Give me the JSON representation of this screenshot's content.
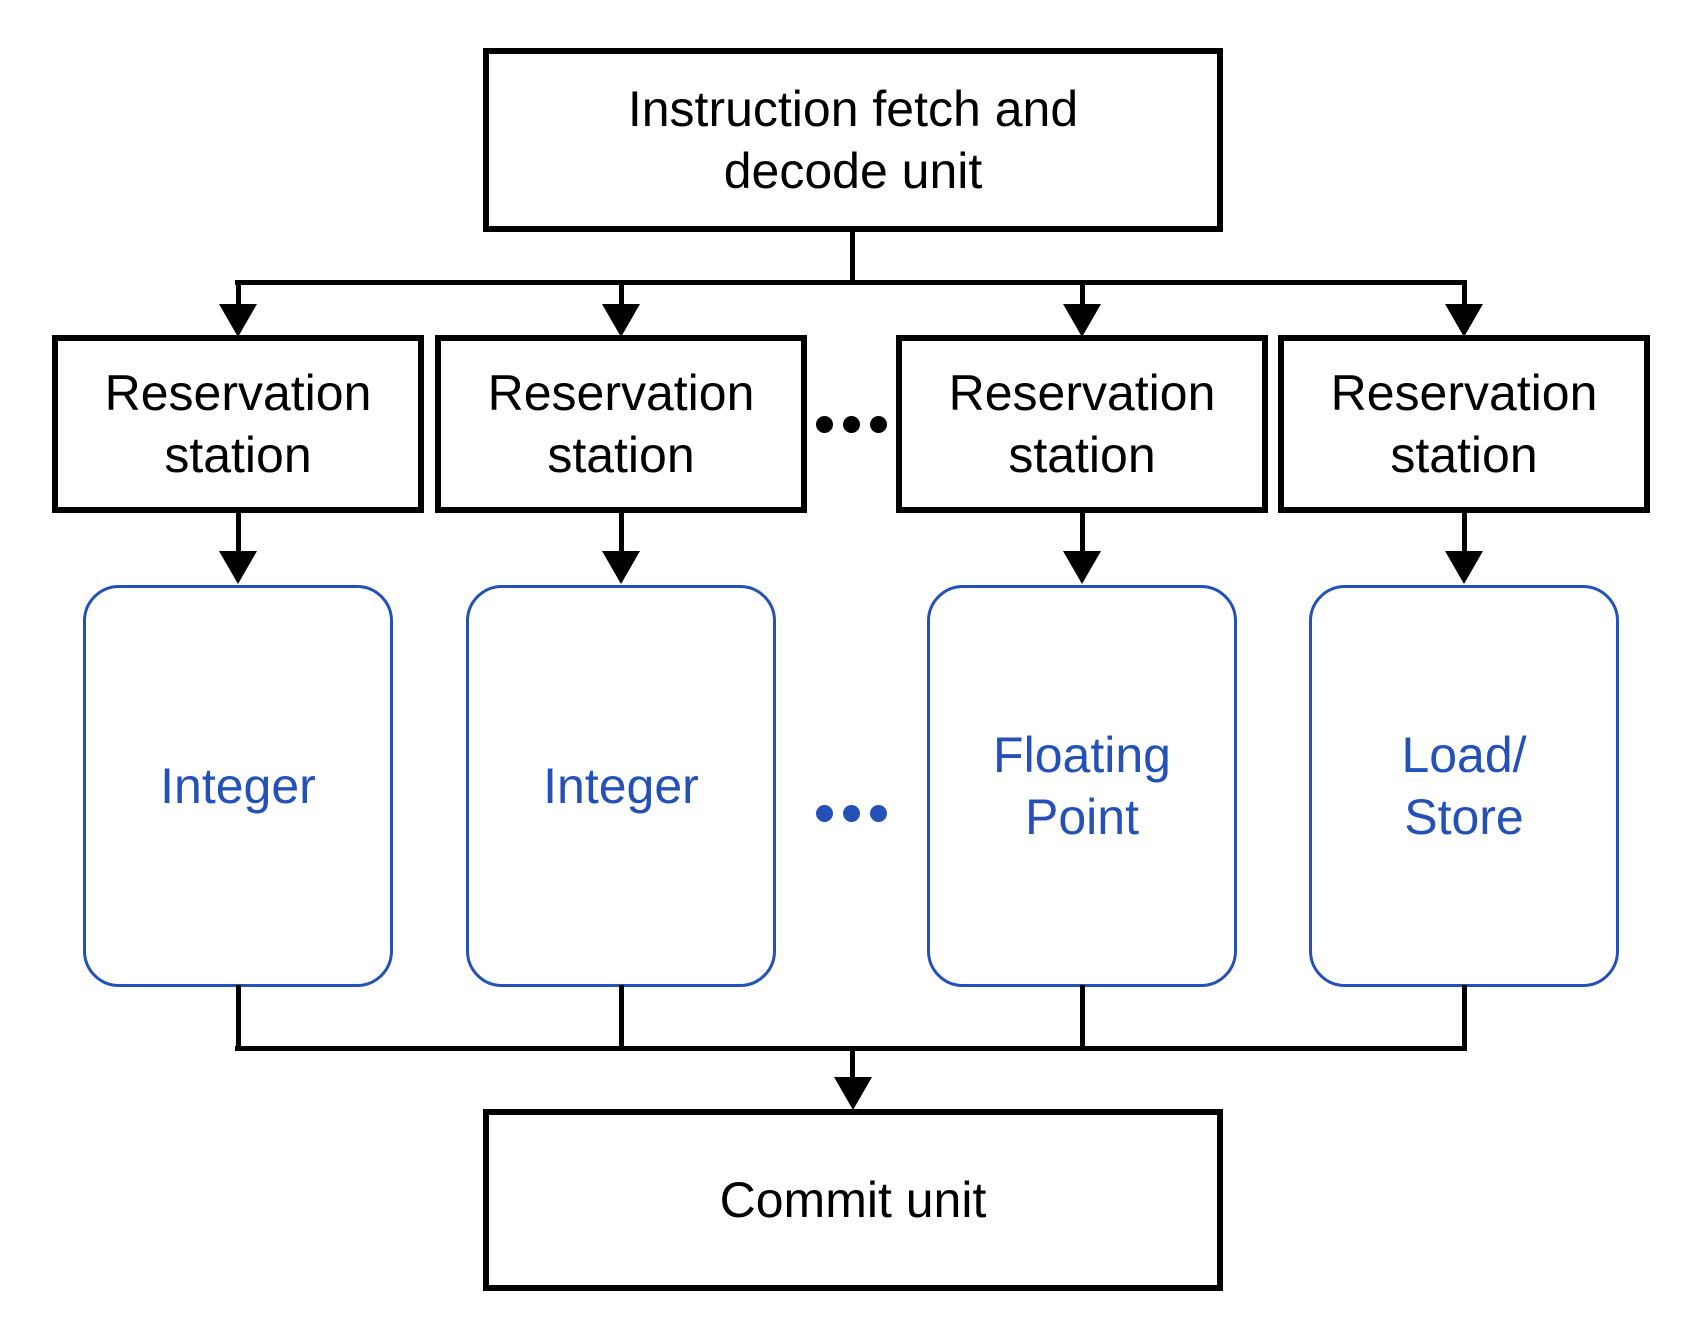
{
  "diagram": {
    "fetch_unit": {
      "label": "Instruction fetch and\ndecode unit"
    },
    "reservation_stations": [
      {
        "label": "Reservation\nstation"
      },
      {
        "label": "Reservation\nstation"
      },
      {
        "label": "Reservation\nstation"
      },
      {
        "label": "Reservation\nstation"
      }
    ],
    "stations_ellipsis": {
      "icon": "ellipsis-dots",
      "color": "#000000"
    },
    "functional_units": [
      {
        "label": "Integer"
      },
      {
        "label": "Integer"
      },
      {
        "label": "Floating\nPoint"
      },
      {
        "label": "Load/\nStore"
      }
    ],
    "units_ellipsis": {
      "icon": "ellipsis-dots",
      "color": "#2451B8"
    },
    "commit_unit": {
      "label": "Commit unit"
    },
    "colors": {
      "line_black": "#000000",
      "unit_blue": "#2451B8",
      "background": "#FFFFFF"
    }
  }
}
